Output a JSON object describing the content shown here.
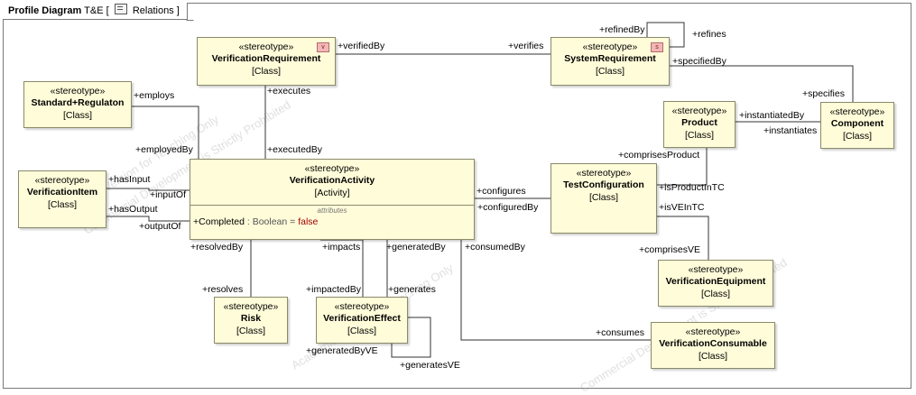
{
  "diagram": {
    "kind": "Profile Diagram",
    "name": "T&E",
    "context_prefix": "[",
    "context": "Relations",
    "context_suffix": "]"
  },
  "stereotype_keyword": "«stereotype»",
  "classes": {
    "verification_requirement": {
      "name": "VerificationRequirement",
      "meta": "[Class]",
      "badge": "v"
    },
    "system_requirement": {
      "name": "SystemRequirement",
      "meta": "[Class]",
      "badge": "s"
    },
    "standard_regulation": {
      "name": "Standard+Regulaton",
      "meta": "[Class]"
    },
    "product": {
      "name": "Product",
      "meta": "[Class]"
    },
    "component": {
      "name": "Component",
      "meta": "[Class]"
    },
    "verification_item": {
      "name": "VerificationItem",
      "meta": "[Class]"
    },
    "verification_activity": {
      "name": "VerificationActivity",
      "meta": "[Activity]",
      "attributes_header": "attributes",
      "attribute": {
        "visibility": "+",
        "name": "Completed",
        "sep": " : ",
        "type": "Boolean",
        "eq": " = ",
        "default": "false"
      }
    },
    "test_configuration": {
      "name": "TestConfiguration",
      "meta": "[Class]"
    },
    "risk": {
      "name": "Risk",
      "meta": "[Class]"
    },
    "verification_effect": {
      "name": "VerificationEffect",
      "meta": "[Class]"
    },
    "verification_equipment": {
      "name": "VerificationEquipment",
      "meta": "[Class]"
    },
    "verification_consumable": {
      "name": "VerificationConsumable",
      "meta": "[Class]"
    }
  },
  "roles": {
    "verified_by": "+verifiedBy",
    "verifies": "+verifies",
    "refined_by": "+refinedBy",
    "refines": "+refines",
    "specified_by": "+specifiedBy",
    "specifies": "+specifies",
    "employs": "+employs",
    "employed_by": "+employedBy",
    "executes": "+executes",
    "executed_by": "+executedBy",
    "instantiated_by": "+instantiatedBy",
    "instantiates": "+instantiates",
    "comprises_product": "+comprisesProduct",
    "is_product_in_tc": "+isProductInTC",
    "is_ve_in_tc": "+isVEInTC",
    "comprises_ve": "+comprisesVE",
    "has_input": "+hasInput",
    "input_of": "+inputOf",
    "has_output": "+hasOutput",
    "output_of": "+outputOf",
    "configures": "+configures",
    "configured_by": "+configuredBy",
    "resolved_by": "+resolvedBy",
    "resolves": "+resolves",
    "impacts": "+impacts",
    "impacted_by": "+impactedBy",
    "generated_by": "+generatedBy",
    "generates": "+generates",
    "generated_by_ve": "+generatedByVE",
    "generates_ve": "+generatesVE",
    "consumed_by": "+consumedBy",
    "consumes": "+consumes"
  },
  "watermark": {
    "lines": [
      "Academic Version for Teaching Only",
      "Commercial Development is Strictly Prohibited"
    ]
  }
}
